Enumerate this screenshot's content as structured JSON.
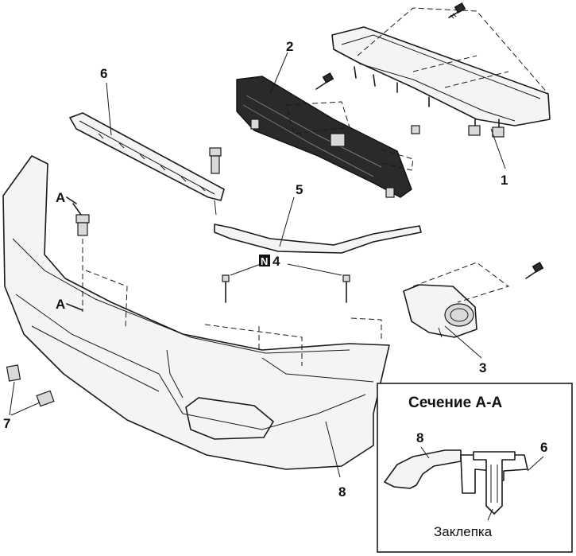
{
  "callouts": {
    "c1": "1",
    "c2": "2",
    "c3": "3",
    "c4_symbol": "N",
    "c4_value": "4",
    "c5": "5",
    "c6": "6",
    "c7": "7",
    "c8": "8",
    "sectionA_top": "A",
    "sectionA_arrow": "A"
  },
  "section_inset": {
    "title": "Сечение А-А",
    "label_8": "8",
    "label_6": "6",
    "rivet_label": "Заклепка"
  },
  "parts": [
    {
      "number": "1",
      "icon": "splash-shield-icon"
    },
    {
      "number": "2",
      "icon": "radiator-grille-icon"
    },
    {
      "number": "3",
      "icon": "fog-lamp-bezel-icon"
    },
    {
      "number": "5",
      "icon": "trim-strip-icon"
    },
    {
      "number": "6",
      "icon": "bumper-reinforcement-icon"
    },
    {
      "number": "7",
      "icon": "clip-icon"
    },
    {
      "number": "8",
      "icon": "bumper-cover-icon"
    }
  ]
}
